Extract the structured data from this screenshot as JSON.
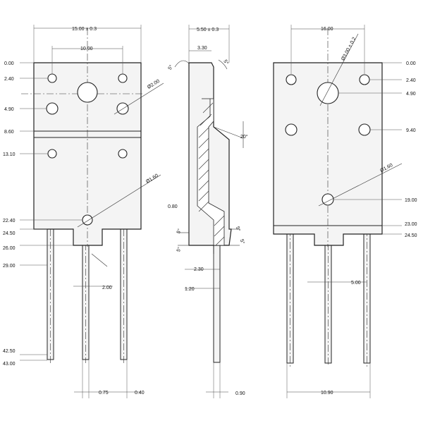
{
  "front": {
    "width_label": "15.00 ± 0.3",
    "hole_span_label": "10.00",
    "hole_dia_label": "Ø2.00",
    "tab_hole_dia_label": "Ø1.60",
    "left_dims": [
      "0.00",
      "2.40",
      "4.90",
      "8.60",
      "13.10",
      "22.40",
      "24.50",
      "26.00",
      "29.00",
      "42.50",
      "43.00"
    ],
    "pitch_label": "2.00",
    "pin_label_a": "0.75",
    "pin_label_b": "0.40"
  },
  "side": {
    "thickness_label": "5.50 ± 0.3",
    "tab_thick_label": "3.30",
    "angle_label": "5°",
    "angle_label_2": "20°",
    "depth_label": "0.80",
    "lead_off_label": "2.30",
    "lead_thick_label": "1.20",
    "lead_bottom_label": "0.90"
  },
  "back": {
    "width_label": "16.00",
    "hole_dia_label": "Ø3.00 ± 0.2",
    "hole_small_label": "Ø1.60",
    "right_dims": [
      "0.00",
      "2.40",
      "4.90",
      "9.40",
      "19.00",
      "23.00",
      "24.50"
    ],
    "pitch_label": "5.00",
    "bottom_label": "10.90"
  }
}
